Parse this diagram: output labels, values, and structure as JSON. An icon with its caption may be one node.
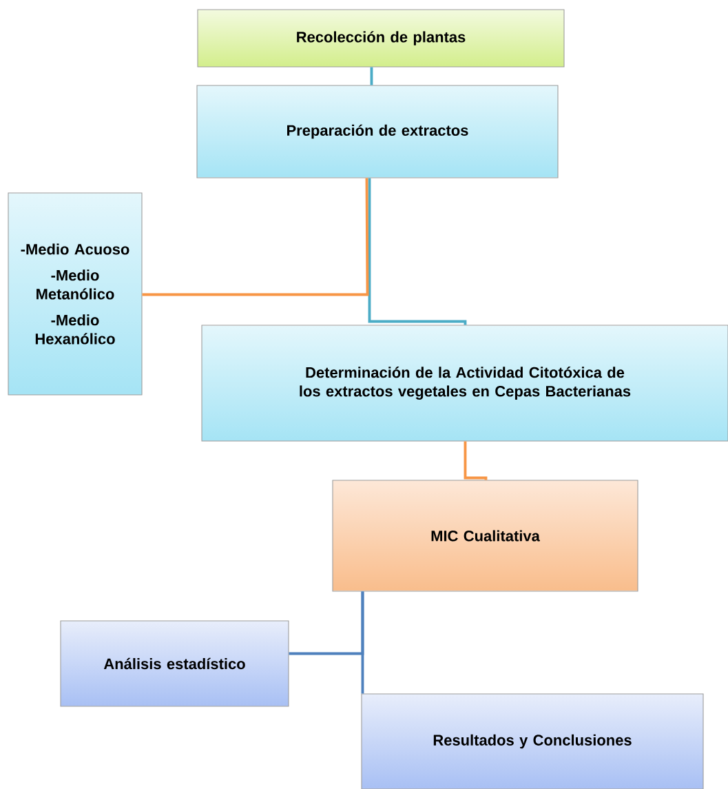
{
  "diagram": {
    "nodes": [
      {
        "text": [
          "Recolección de plantas"
        ]
      },
      {
        "text": [
          "Preparación de extractos"
        ]
      },
      {
        "text": [
          "-Medio Acuoso",
          "-Medio Metanólico",
          "-Medio Hexanólico"
        ]
      },
      {
        "text": [
          "Determinación de la Actividad Citotóxica de los extractos vegetales en Cepas Bacterianas"
        ]
      },
      {
        "text": [
          "MIC Cualitativa"
        ]
      },
      {
        "text": [
          "Análisis estadístico"
        ]
      },
      {
        "text": [
          "Resultados y Conclusiones"
        ]
      }
    ],
    "edges": [
      {
        "from": 0,
        "to": 1,
        "arrow": "none",
        "color": "#4bacc6"
      },
      {
        "from": 1,
        "to": 3,
        "arrow": "none",
        "color": "#4bacc6"
      },
      {
        "from": 2,
        "to": 1,
        "arrow": "none",
        "color": "#f79646"
      },
      {
        "from": 3,
        "to": 4,
        "arrow": "none",
        "color": "#f79646"
      },
      {
        "from": 4,
        "to": 5,
        "arrow": "none",
        "color": "#4f81bd"
      },
      {
        "from": 4,
        "to": 6,
        "arrow": "none",
        "color": "#4f81bd"
      }
    ]
  }
}
